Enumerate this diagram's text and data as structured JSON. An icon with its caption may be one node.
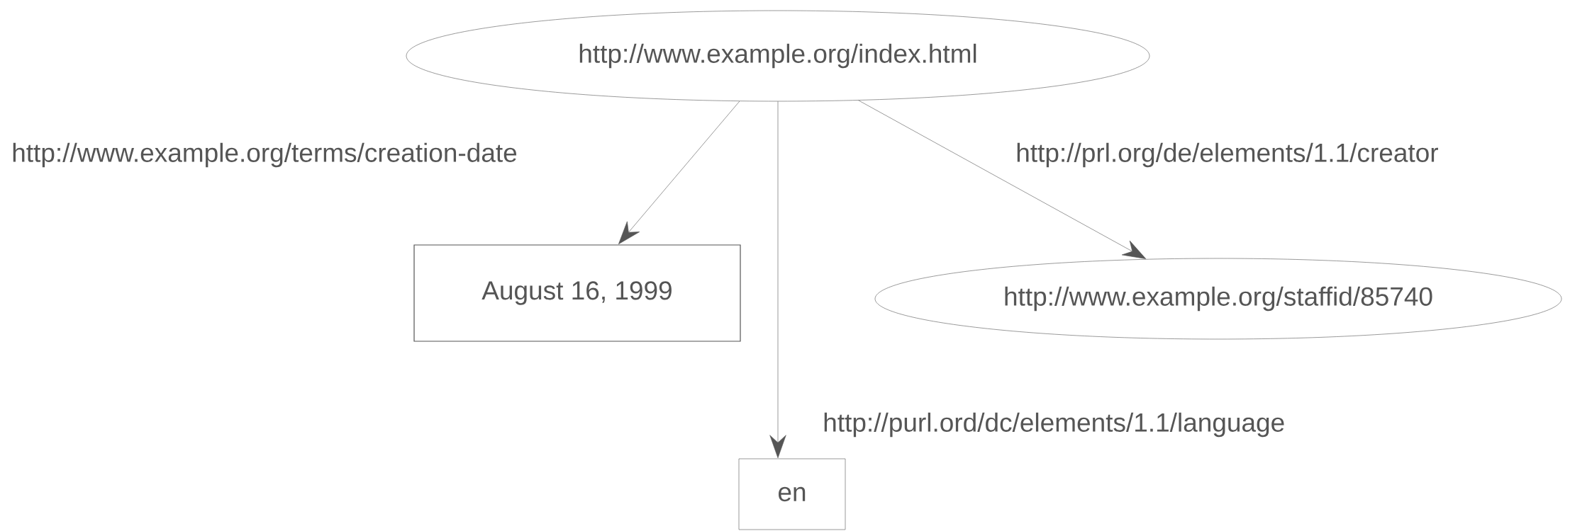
{
  "diagram": {
    "nodes": [
      {
        "text": [
          "http://www.example.org/index.html"
        ]
      },
      {
        "text": [
          "August 16, 1999"
        ]
      },
      {
        "text": [
          "http://www.example.org/staffid/85740"
        ]
      },
      {
        "text": [
          "en"
        ]
      }
    ],
    "edges": [
      {
        "from": 0,
        "to": 1,
        "arrow": "to",
        "label": "http://www.example.org/terms/creation-date"
      },
      {
        "from": 0,
        "to": 3,
        "arrow": "to",
        "label": "http://purl.ord/dc/elements/1.1/language"
      },
      {
        "from": 0,
        "to": 2,
        "arrow": "to",
        "label": "http://prl.org/de/elements/1.1/creator"
      }
    ]
  }
}
